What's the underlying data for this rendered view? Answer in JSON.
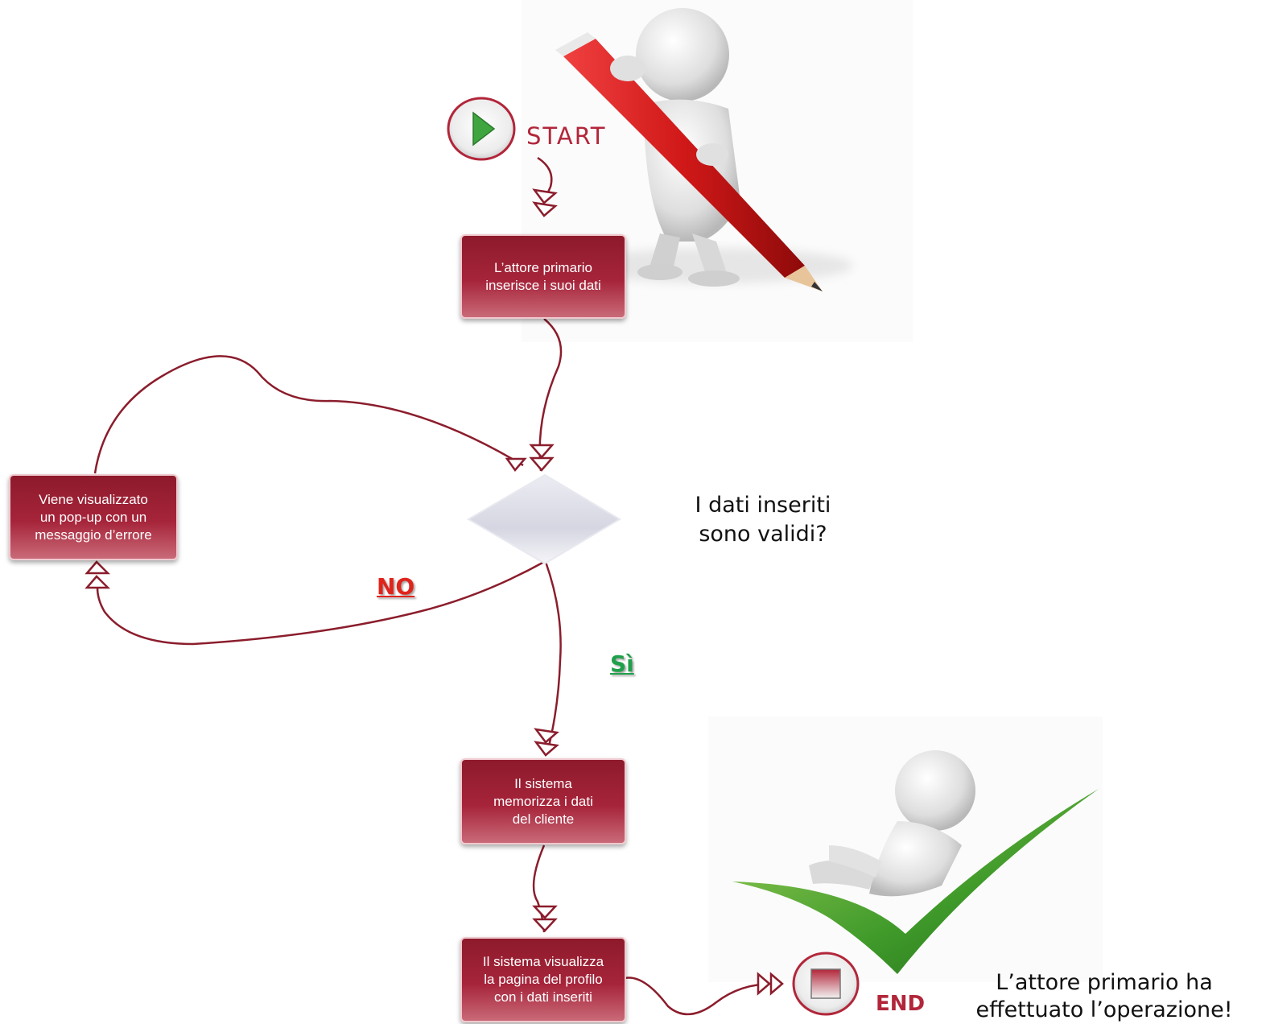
{
  "diagram": {
    "start_label": "START",
    "end_label": "END",
    "steps": {
      "insert": "L’attore primario\ninserisce i suoi dati",
      "error": "Viene visualizzato\nun pop-up con un\nmessaggio d’errore",
      "store": "Il sistema\nmemorizza i dati\ndel cliente",
      "profile": "Il sistema visualizza\nla pagina del profilo\ncon i dati inseriti"
    },
    "decision_question": "I dati inseriti\nsono validi?",
    "branch_no": "NO",
    "branch_yes": "Sì",
    "final_note": "L’attore primario ha\neffettuato l’operazione!"
  },
  "colors": {
    "box_fill": "#9e2035",
    "connector": "#8b1d2c",
    "no_label": "#e0241c",
    "yes_label": "#1fa04a",
    "decision_fill": "#dcdce6"
  },
  "illustrations": [
    "figure-with-red-pencil",
    "figure-resting-on-green-checkmark"
  ]
}
